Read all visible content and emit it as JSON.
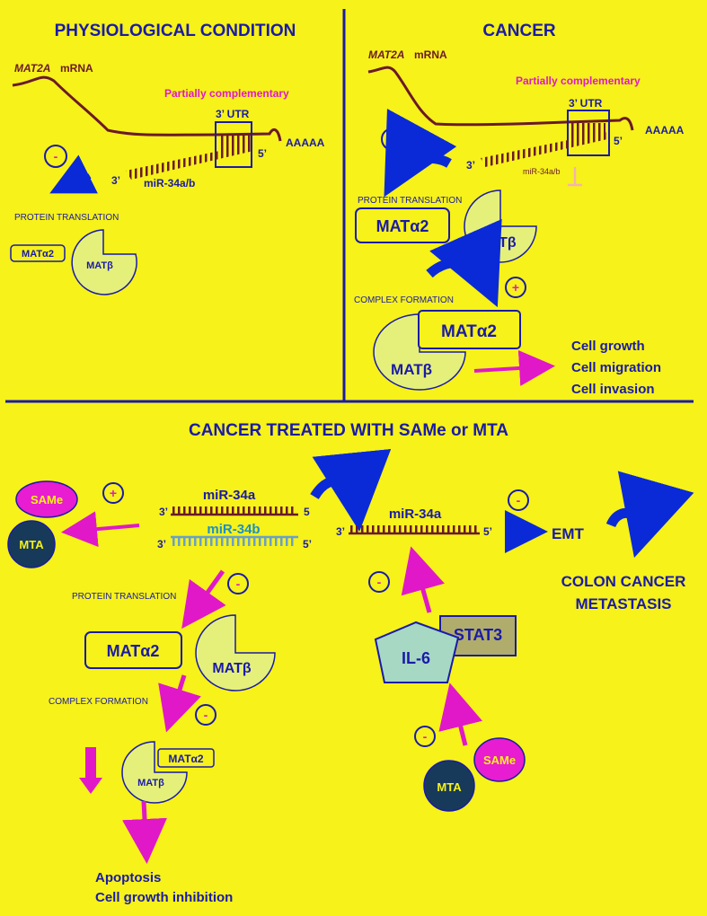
{
  "colors": {
    "background": "#f6f21a",
    "navy": "#1a1aa8",
    "rna": "#6b1a2a",
    "magenta": "#e018c8",
    "arrow_blue": "#0a2ad8",
    "mat_beta_fill": "#e4f07a",
    "same_fill": "#e81cd0",
    "mta_fill": "#173a5a",
    "il6_fill": "#a6d8c4",
    "stat3_fill": "#b0ac6c",
    "mir34b": "#6aa0c8"
  },
  "physiological": {
    "title": "PHYSIOLOGICAL CONDITION",
    "mrna_gene": "MAT2A",
    "mrna_label": "mRNA",
    "partially_complementary": "Partially complementary",
    "utr": "3’ UTR",
    "poly_a": "AAAAA",
    "five_prime": "5’",
    "three_prime": "3’",
    "mirna": "miR-34a/b",
    "sign": "-",
    "protein_translation": "PROTEIN TRANSLATION",
    "mat_alpha2": "MATα2",
    "mat_beta": "MATβ"
  },
  "cancer": {
    "title": "CANCER",
    "mrna_gene": "MAT2A",
    "mrna_label": "mRNA",
    "partially_complementary": "Partially complementary",
    "utr": "3’ UTR",
    "poly_a": "AAAAA",
    "five_prime": "5’",
    "three_prime": "3’",
    "mirna": "miR-34a/b",
    "sign_translation": "+",
    "protein_translation": "PROTEIN TRANSLATION",
    "mat_alpha2": "MATα2",
    "mat_beta": "MATβ",
    "sign_complex": "+",
    "complex_formation": "COMPLEX FORMATION",
    "complex_mat_alpha2": "MATα2",
    "complex_mat_beta": "MATβ",
    "outcomes": [
      "Cell growth",
      "Cell migration",
      "Cell invasion"
    ]
  },
  "treated": {
    "title": "CANCER TREATED WITH SAMe or MTA",
    "same": "SAMe",
    "mta": "MTA",
    "sign_plus": "+",
    "mir34a": "miR-34a",
    "mir34b": "miR-34b",
    "three_prime": "3’",
    "five_prime_a": "5",
    "five_prime_b": "5’",
    "mir34a_right": "miR-34a",
    "three_prime_right": "3’",
    "five_prime_right": "5’",
    "sign_emt": "-",
    "emt": "EMT",
    "metastasis_line1": "COLON CANCER",
    "metastasis_line2": "METASTASIS",
    "sign_translation": "-",
    "protein_translation": "PROTEIN TRANSLATION",
    "mat_alpha2": "MATα2",
    "mat_beta": "MATβ",
    "sign_complex": "-",
    "complex_formation": "COMPLEX FORMATION",
    "complex_mat_alpha2": "MATα2",
    "complex_mat_beta": "MATβ",
    "outcome_1": "Apoptosis",
    "outcome_2": "Cell growth inhibition",
    "sign_il6_mir": "-",
    "il6": "IL-6",
    "stat3": "STAT3",
    "sign_same_mta_il6": "-",
    "same_2": "SAMe",
    "mta_2": "MTA"
  }
}
